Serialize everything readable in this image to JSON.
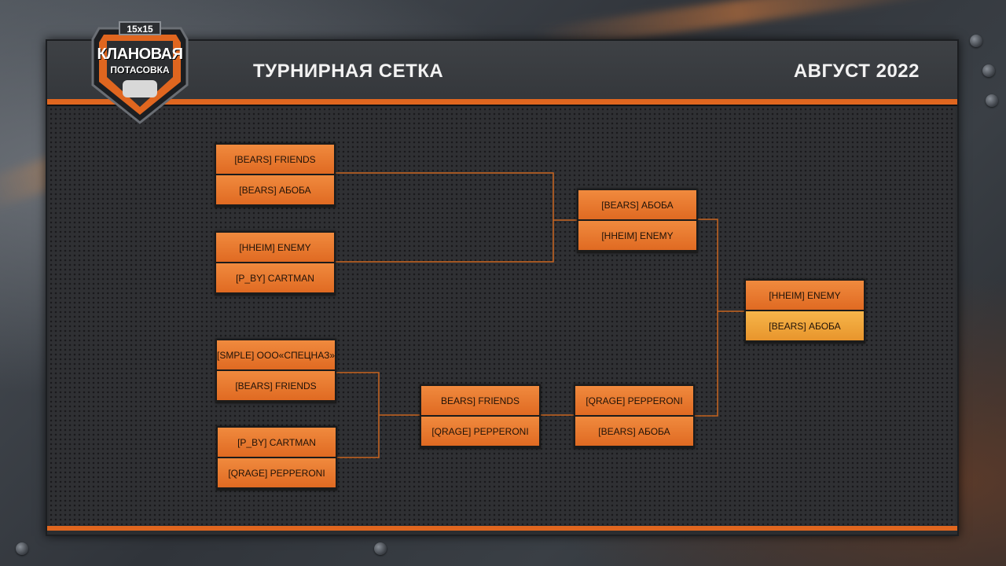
{
  "header": {
    "title": "ТУРНИРНАЯ СЕТКА",
    "date": "АВГУСТ 2022"
  },
  "logo": {
    "top": "15x15",
    "line1": "КЛАНОВАЯ",
    "line2": "ПОТАСОВКА"
  },
  "colors": {
    "accent": "#e0661f",
    "slot": "#e87a30",
    "winner_slot": "#f0a83e",
    "panel": "#2f3033"
  },
  "bracket": {
    "r1_m1": {
      "team1": "[BEARS] FRIENDS",
      "team2": "[BEARS] АБОБА"
    },
    "r1_m2": {
      "team1": "[HHEIM] ENEMY",
      "team2": "[P_BY] CARTMAN"
    },
    "r1_m3": {
      "team1": "[SMPLE] ООО«СПЕЦНАЗ»",
      "team2": "[BEARS] FRIENDS"
    },
    "r1_m4": {
      "team1": "[P_BY] CARTMAN",
      "team2": "[QRAGE] PEPPERONI"
    },
    "r2_m1": {
      "team1": "[BEARS] АБОБА",
      "team2": "[HHEIM] ENEMY"
    },
    "lower_m1": {
      "team1": "BEARS] FRIENDS",
      "team2": "[QRAGE] PEPPERONI"
    },
    "lower_m2": {
      "team1": "[QRAGE] PEPPERONI",
      "team2": "[BEARS] АБОБА"
    },
    "final": {
      "team1": "[HHEIM] ENEMY",
      "team2": "[BEARS] АБОБА"
    }
  }
}
